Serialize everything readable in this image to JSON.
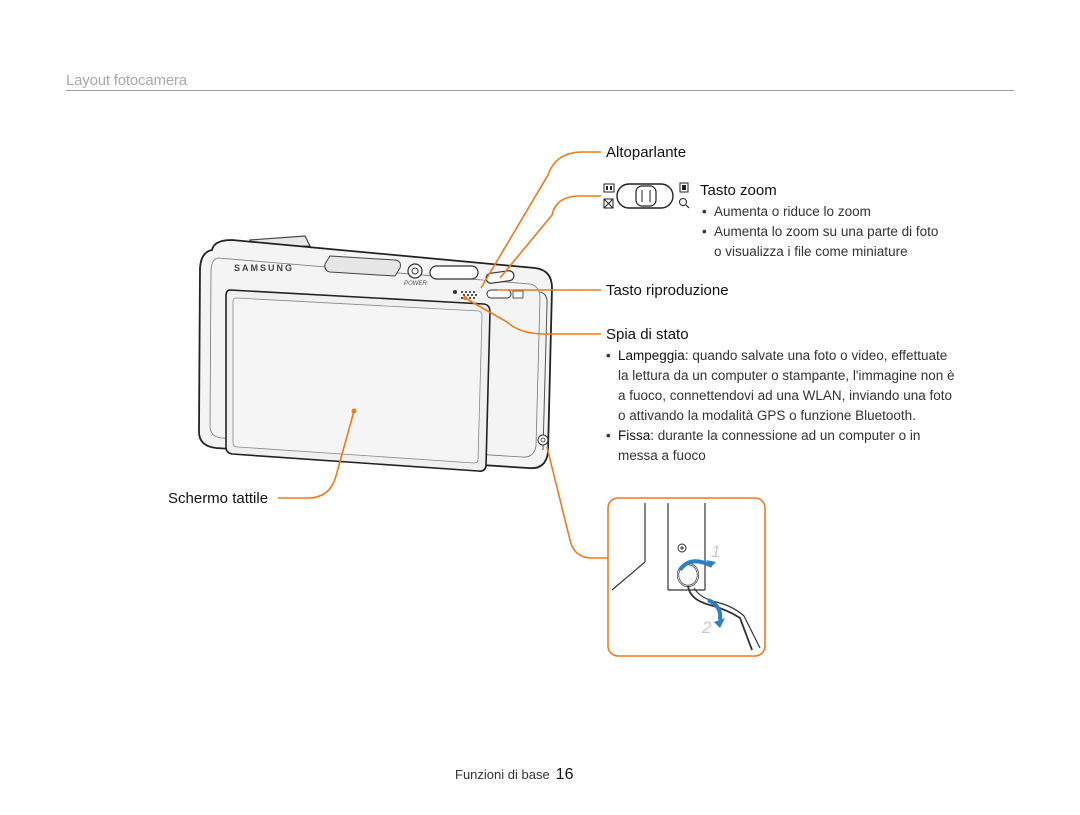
{
  "header": {
    "section_title": "Layout fotocamera"
  },
  "camera": {
    "brand_logo": "SAMSUNG",
    "power_label": "POWER"
  },
  "callouts": {
    "speaker": "Altoparlante",
    "zoom": {
      "label": "Tasto zoom",
      "items": [
        "Aumenta o riduce lo zoom",
        "Aumenta lo zoom su una parte di foto",
        "o visualizza i file come miniature"
      ]
    },
    "playback": "Tasto riproduzione",
    "status_lamp": {
      "label": "Spia di stato",
      "blink_term": "Lampeggia",
      "blink_lines": [
        ": quando salvate una foto o video, effettuate",
        "la lettura da un computer o stampante, l'immagine non è",
        "a fuoco, connettendovi ad una WLAN, inviando una foto",
        "o attivando la modalità GPS o funzione Bluetooth."
      ],
      "steady_term": "Fissa",
      "steady_lines": [
        ": durante la connessione ad un computer o in",
        "messa a fuoco"
      ]
    },
    "touchscreen": "Schermo tattile"
  },
  "strap_inset": {
    "step1": "1",
    "step2": "2"
  },
  "footer": {
    "section": "Funzioni di base",
    "page": "16"
  },
  "colors": {
    "accent": "#f07a1a",
    "rule": "#9a9a9a",
    "title": "#a9a9a9"
  }
}
